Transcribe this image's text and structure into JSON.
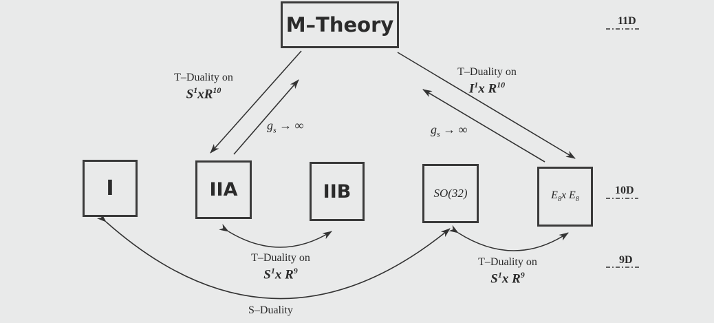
{
  "nodes": {
    "m_theory": "M–Theory",
    "type_i": "I",
    "type_iia": "IIA",
    "type_iib": "IIB",
    "so32": "SO(32)",
    "e8": {
      "base": "E",
      "sub1": "8",
      "mid": "x E",
      "sub2": "8"
    }
  },
  "dimensions": {
    "d11": "11D",
    "d10": "10D",
    "d9": "9D"
  },
  "edges": {
    "left_tduality": {
      "caption": "T–Duality on",
      "s": "S",
      "sup1": "1",
      "x": "xR",
      "sup2": "10"
    },
    "left_coupling": {
      "g": "g",
      "sub": "s",
      "arrow": "→",
      "inf": "∞"
    },
    "right_tduality": {
      "caption": "T–Duality on",
      "i": "I",
      "sup1": "1",
      "x": "x R",
      "sup2": "10"
    },
    "right_coupling": {
      "g": "g",
      "sub": "s",
      "arrow": "→",
      "inf": "∞"
    },
    "iia_iib": {
      "caption": "T–Duality on",
      "s": "S",
      "sup1": "1",
      "x": "x R",
      "sup2": "9"
    },
    "so32_e8": {
      "caption": "T–Duality on",
      "s": "S",
      "sup1": "1",
      "x": "x R",
      "sup2": "9"
    },
    "i_so32": {
      "caption": "S–Duality"
    }
  },
  "colors": {
    "background": "#e9eaea",
    "ink": "#2b2b2b",
    "box_border": "#3a3a3a"
  }
}
